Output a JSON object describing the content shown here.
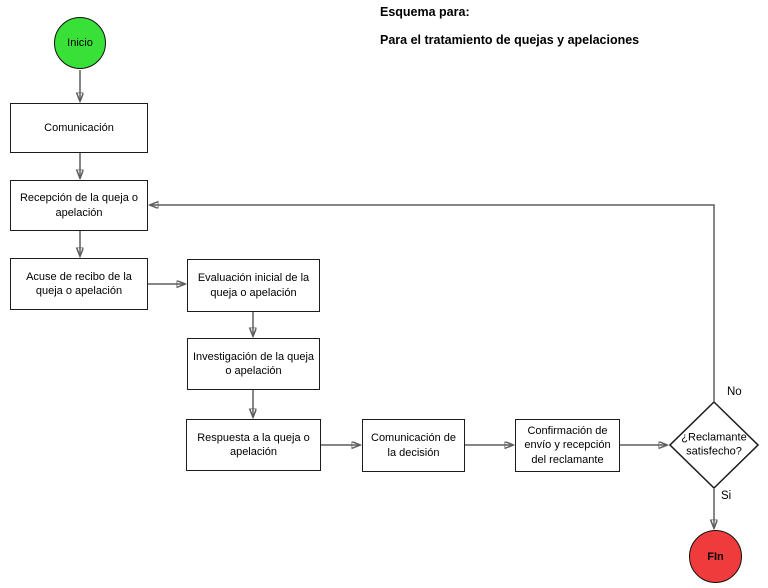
{
  "title": {
    "line1": "Esquema para:",
    "line2": "Para el tratamiento de quejas y apelaciones"
  },
  "colors": {
    "start_fill": "#38e038",
    "end_fill": "#ef3b3b",
    "shape_border": "#1c1c1c",
    "connector": "#5e5e5e",
    "arrowhead": "#000000"
  },
  "nodes": {
    "start": {
      "label": "Inicio",
      "shape": "circle"
    },
    "comunicacion": {
      "label": "Comunicación",
      "shape": "rect"
    },
    "recepcion": {
      "label": "Recepción de la queja o apelación",
      "shape": "rect"
    },
    "acuse": {
      "label": "Acuse de recibo de la queja o apelación",
      "shape": "rect"
    },
    "evaluacion": {
      "label": "Evaluación inicial de la queja o apelación",
      "shape": "rect"
    },
    "investigacion": {
      "label": "Investigación de la queja o apelación",
      "shape": "rect"
    },
    "respuesta": {
      "label": "Respuesta a la queja o apelación",
      "shape": "rect"
    },
    "comunicacion_decision": {
      "label": "Comunicación de la decisión",
      "shape": "rect"
    },
    "confirmacion": {
      "label": "Confirmación de envío y recepción del reclamante",
      "shape": "rect"
    },
    "decision": {
      "label": "¿Reclamante satisfecho?",
      "shape": "diamond"
    },
    "end": {
      "label": "FIn",
      "shape": "circle"
    }
  },
  "edge_labels": {
    "no": "No",
    "si": "Si"
  },
  "edges": [
    {
      "from": "start",
      "to": "comunicacion",
      "label": ""
    },
    {
      "from": "comunicacion",
      "to": "recepcion",
      "label": ""
    },
    {
      "from": "recepcion",
      "to": "acuse",
      "label": ""
    },
    {
      "from": "acuse",
      "to": "evaluacion",
      "label": ""
    },
    {
      "from": "evaluacion",
      "to": "investigacion",
      "label": ""
    },
    {
      "from": "investigacion",
      "to": "respuesta",
      "label": ""
    },
    {
      "from": "respuesta",
      "to": "comunicacion_decision",
      "label": ""
    },
    {
      "from": "comunicacion_decision",
      "to": "confirmacion",
      "label": ""
    },
    {
      "from": "confirmacion",
      "to": "decision",
      "label": ""
    },
    {
      "from": "decision",
      "to": "recepcion",
      "label": "No"
    },
    {
      "from": "decision",
      "to": "end",
      "label": "Si"
    }
  ]
}
